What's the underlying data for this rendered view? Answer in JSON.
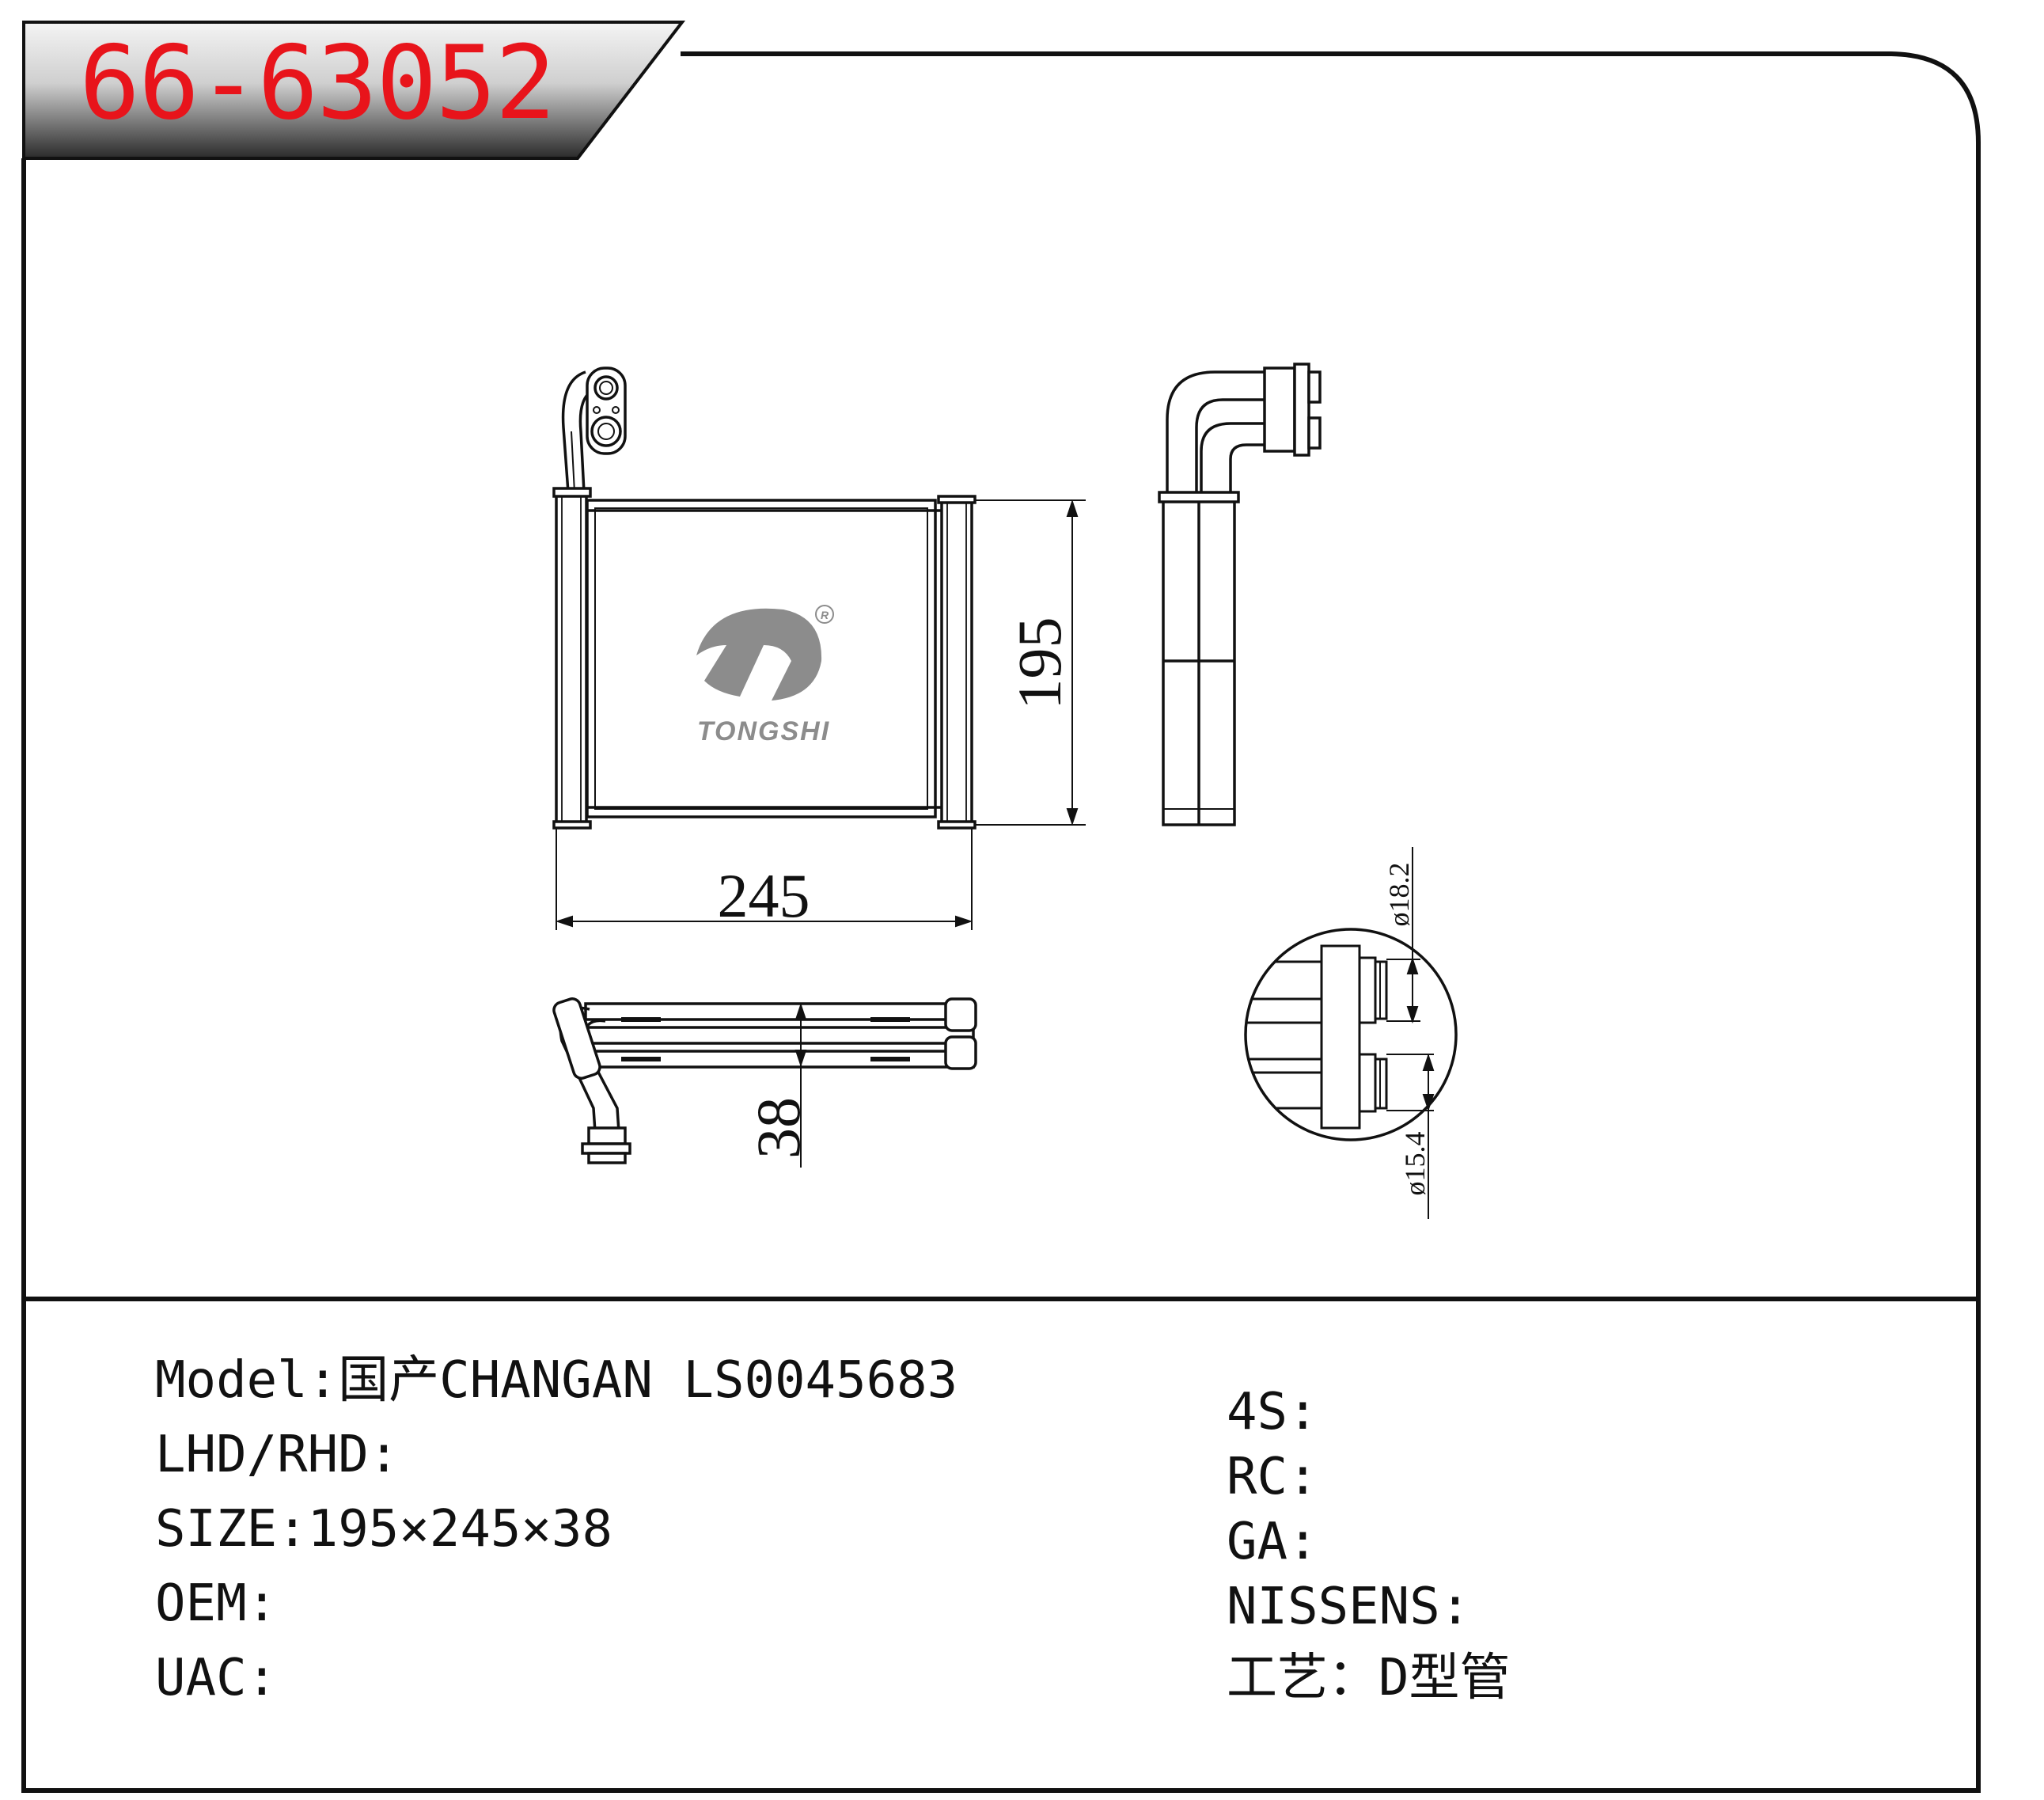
{
  "header": {
    "part_number": "66-63052",
    "part_number_color": "#e8141b"
  },
  "drawing": {
    "logo": {
      "brand": "TONGSHI",
      "registered_mark": "®",
      "color": "#8c8c8c"
    },
    "dimensions": {
      "height": "195",
      "width": "245",
      "depth": "38",
      "pipe_large": "ø18.2",
      "pipe_small": "ø15.4"
    }
  },
  "specs": {
    "left": [
      {
        "label": "Model",
        "sep": ":",
        "value": "国产CHANGAN LS0045683"
      },
      {
        "label": "LHD/RHD",
        "sep": ":",
        "value": ""
      },
      {
        "label": "SIZE",
        "sep": ":",
        "value": "195×245×38"
      },
      {
        "label": "OEM",
        "sep": ":",
        "value": ""
      },
      {
        "label": "UAC",
        "sep": ":",
        "value": ""
      }
    ],
    "right": [
      {
        "label": "4S",
        "sep": ":",
        "value": ""
      },
      {
        "label": "RC",
        "sep": ":",
        "value": ""
      },
      {
        "label": "GA",
        "sep": ":",
        "value": ""
      },
      {
        "label": "NISSENS",
        "sep": ":",
        "value": ""
      },
      {
        "label": "工艺",
        "sep": "：",
        "value": "D型管"
      }
    ]
  }
}
